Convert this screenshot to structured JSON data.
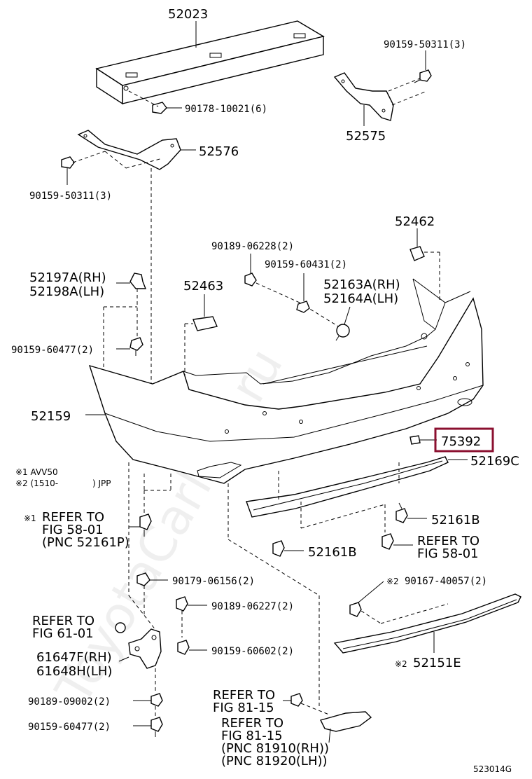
{
  "watermark": "ToyotaCarline.ru",
  "diagram_code": "523014G",
  "highlight_color": "#8b1030",
  "notes": {
    "note1": "※1 AVV50",
    "note2_prefix": "※2 (1510-",
    "note2_suffix": ") JPP"
  },
  "labels": {
    "p52023": "52023",
    "p90178": "90178-10021(6)",
    "p90159_50311_top": "90159-50311(3)",
    "p52575": "52575",
    "p52576": "52576",
    "p90159_50311_left": "90159-50311(3)",
    "p52462": "52462",
    "p90189_06228": "90189-06228(2)",
    "p90159_60431": "90159-60431(2)",
    "p52163A": "52163A(RH)",
    "p52164A": "52164A(LH)",
    "p52197A": "52197A(RH)",
    "p52198A": "52198A(LH)",
    "p52463": "52463",
    "p90159_60477_a": "90159-60477(2)",
    "p52159": "52159",
    "p75392": "75392",
    "p52169C": "52169C",
    "p52161B_right": "52161B",
    "p52161B_mid": "52161B",
    "refer_58_01_left_1": "REFER TO",
    "refer_58_01_left_2": "FIG 58-01",
    "refer_58_01_left_3": "(PNC 52161P)",
    "refer_58_01_right_1": "REFER TO",
    "refer_58_01_right_2": "FIG 58-01",
    "p90179": "90179-06156(2)",
    "p90189_06227": "90189-06227(2)",
    "refer_61_01_1": "REFER TO",
    "refer_61_01_2": "FIG 61-01",
    "p90159_60602": "90159-60602(2)",
    "p61647F": "61647F(RH)",
    "p61648H": "61648H(LH)",
    "p90189_09002": "90189-09002(2)",
    "p90159_60477_b": "90159-60477(2)",
    "refer_81_15_a_1": "REFER TO",
    "refer_81_15_a_2": "FIG 81-15",
    "refer_81_15_b_1": "REFER TO",
    "refer_81_15_b_2": "FIG 81-15",
    "refer_81_15_b_3": "(PNC 81910(RH))",
    "refer_81_15_b_4": "(PNC 81920(LH))",
    "p90167": "90167-40057(2)",
    "p90167_mark": "※2",
    "p52151E": "52151E",
    "p52151E_mark": "※2",
    "refer_left_mark": "※1"
  }
}
